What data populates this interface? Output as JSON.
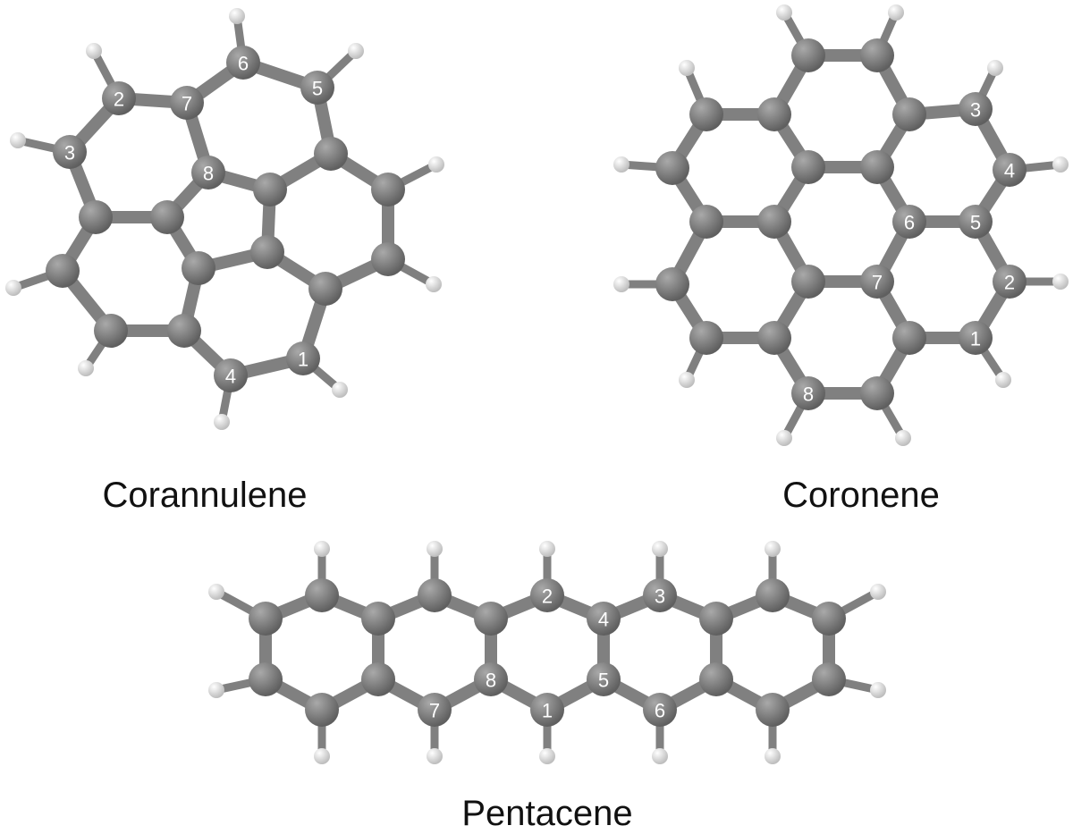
{
  "colors": {
    "carbon": "#6b6b6b",
    "carbon_highlight": "#a9a9a9",
    "hydrogen": "#eeeeee",
    "hydrogen_shade": "#bdbdbd",
    "bond": "#808080",
    "label": "#ffffff",
    "background": "#ffffff"
  },
  "molecules": [
    {
      "name": "Corannulene",
      "labels": [
        {
          "atom": "c1",
          "text": "1"
        },
        {
          "atom": "c2",
          "text": "2"
        },
        {
          "atom": "c3",
          "text": "3"
        },
        {
          "atom": "c4",
          "text": "4"
        },
        {
          "atom": "c5",
          "text": "5"
        },
        {
          "atom": "c6",
          "text": "6"
        },
        {
          "atom": "c7",
          "text": "7"
        },
        {
          "atom": "c8",
          "text": "8"
        }
      ]
    },
    {
      "name": "Coronene",
      "labels": [
        {
          "atom": "c1",
          "text": "1"
        },
        {
          "atom": "c2",
          "text": "2"
        },
        {
          "atom": "c3",
          "text": "3"
        },
        {
          "atom": "c4",
          "text": "4"
        },
        {
          "atom": "c5",
          "text": "5"
        },
        {
          "atom": "c6",
          "text": "6"
        },
        {
          "atom": "c7",
          "text": "7"
        },
        {
          "atom": "c8",
          "text": "8"
        }
      ]
    },
    {
      "name": "Pentacene",
      "labels": [
        {
          "atom": "c1",
          "text": "1"
        },
        {
          "atom": "c2",
          "text": "2"
        },
        {
          "atom": "c3",
          "text": "3"
        },
        {
          "atom": "c4",
          "text": "4"
        },
        {
          "atom": "c5",
          "text": "5"
        },
        {
          "atom": "c6",
          "text": "6"
        },
        {
          "atom": "c7",
          "text": "7"
        },
        {
          "atom": "c8",
          "text": "8"
        }
      ]
    }
  ]
}
